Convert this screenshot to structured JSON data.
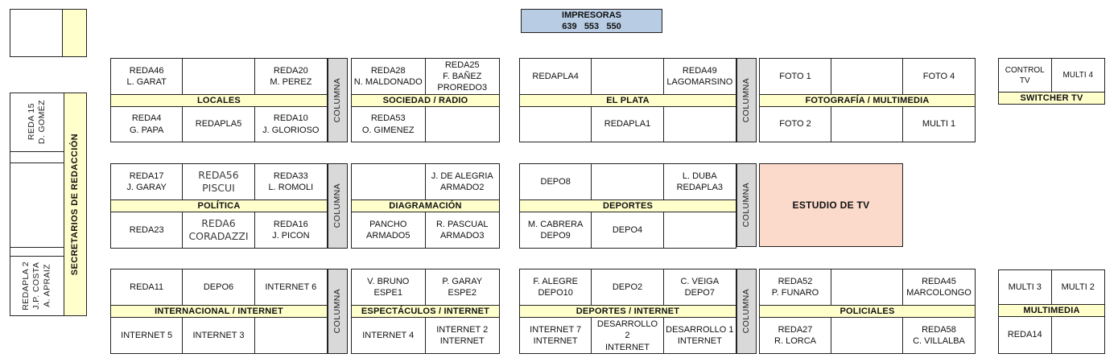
{
  "printers": {
    "label": "IMPRESORAS",
    "numbers": "639   553   550"
  },
  "columna_label": "COLUMNA",
  "left_panel": {
    "secretaries": "SECRETARIOS DE REDACCIÓN",
    "top_desk": "REDA 15\nD. GOMÉZ",
    "bottom_desk": "REDAPLA 2\nJ.P. COSTA\nA. APRAIZ"
  },
  "special_rooms": {
    "estudio_tv": "ESTUDIO DE TV"
  },
  "blocks": {
    "locales": {
      "header": "LOCALES",
      "top": [
        "REDA46\nL. GARAT",
        "",
        "REDA20\nM. PEREZ"
      ],
      "bottom": [
        "REDA4\nG. PAPA",
        "REDAPLA5",
        "REDA10\nJ. GLORIOSO"
      ]
    },
    "sociedad_radio": {
      "header": "SOCIEDAD / RADIO",
      "top": [
        "REDA28\nN. MALDONADO",
        "REDA25\nF. BAÑEZ\nPROREDO3"
      ],
      "bottom": [
        "REDA53\nO. GIMENEZ",
        ""
      ]
    },
    "el_plata": {
      "header": "EL PLATA",
      "top": [
        "REDAPLA4",
        "",
        "REDA49\nLAGOMARSINO"
      ],
      "bottom": [
        "",
        "REDAPLA1",
        ""
      ]
    },
    "fotografia_multimedia": {
      "header": "FOTOGRAFÍA / MULTIMEDIA",
      "top": [
        "FOTO 1",
        "",
        "FOTO 4"
      ],
      "bottom": [
        "FOTO 2",
        "",
        "MULTI 1"
      ]
    },
    "switcher_tv": {
      "header": "SWITCHER TV",
      "top": [
        "CONTROL TV",
        "MULTI 4"
      ]
    },
    "politica": {
      "header": "POLÍTICA",
      "top": [
        "REDA17\nJ. GARAY",
        "REDA56\nPISCUI",
        "REDA33\nL. ROMOLI"
      ],
      "bottom": [
        "REDA23",
        "REDA6\nCORADAZZI",
        "REDA16\nJ. PICON"
      ]
    },
    "diagramacion": {
      "header": "DIAGRAMACIÓN",
      "top": [
        "",
        "J. DE ALEGRIA\nARMADO2"
      ],
      "bottom": [
        "PANCHO\nARMADO5",
        "R. PASCUAL\nARMADO3"
      ]
    },
    "deportes": {
      "header": "DEPORTES",
      "top": [
        "DEPO8",
        "",
        "L. DUBA\nREDAPLA3"
      ],
      "bottom": [
        "M. CABRERA\nDEPO9",
        "DEPO4",
        ""
      ]
    },
    "internacional_internet": {
      "header": "INTERNACIONAL / INTERNET",
      "top": [
        "REDA11",
        "DEPO6",
        "INTERNET 6"
      ],
      "bottom": [
        "INTERNET 5",
        "INTERNET 3",
        ""
      ]
    },
    "espectaculos_internet": {
      "header": "ESPECTÁCULOS / INTERNET",
      "top": [
        "V. BRUNO\nESPE1",
        "P. GARAY\nESPE2"
      ],
      "bottom": [
        "INTERNET 4",
        "INTERNET 2\nINTERNET"
      ]
    },
    "deportes_internet": {
      "header": "DEPORTES / INTERNET",
      "top": [
        "F. ALEGRE\nDEPO10",
        "DEPO2",
        "C. VEIGA\nDEPO7"
      ],
      "bottom": [
        "INTERNET 7\nINTERNET",
        "DESARROLLO 2\nINTERNET",
        "DESARROLLO 1\nINTERNET"
      ]
    },
    "policiales": {
      "header": "POLICIALES",
      "top": [
        "REDA52\nP. FUNARO",
        "",
        "REDA45\nMARCOLONGO"
      ],
      "bottom": [
        "REDA27\nR. LORCA",
        "",
        "REDA58\nC. VILLALBA"
      ]
    },
    "multimedia": {
      "header": "MULTIMEDIA",
      "top": [
        "MULTI 3",
        "MULTI 2"
      ],
      "bottom": [
        "REDA14",
        ""
      ]
    }
  },
  "colors": {
    "band": "#FFFFCC",
    "columna": "#D9D9D9",
    "printers": "#B8CCE4",
    "estudio": "#FBD9CB",
    "border": "#222222"
  }
}
